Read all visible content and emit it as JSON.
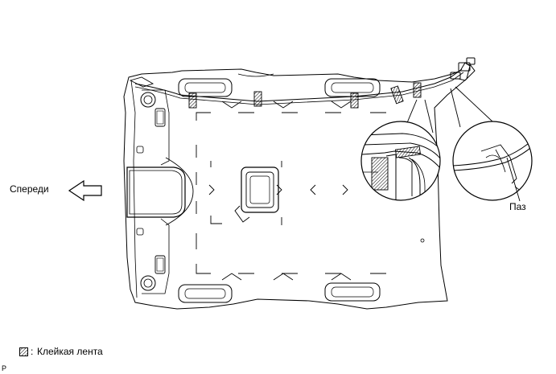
{
  "labels": {
    "front": "Спереди",
    "groove": "Паз",
    "legend_text": "Клейкая лента",
    "legend_colon": ":",
    "corner_mark": "P"
  },
  "icons": {
    "front_arrow": "left-arrow-icon",
    "tape_swatch": "hatched-square-icon"
  },
  "colors": {
    "line": "#000000",
    "background": "#ffffff"
  }
}
